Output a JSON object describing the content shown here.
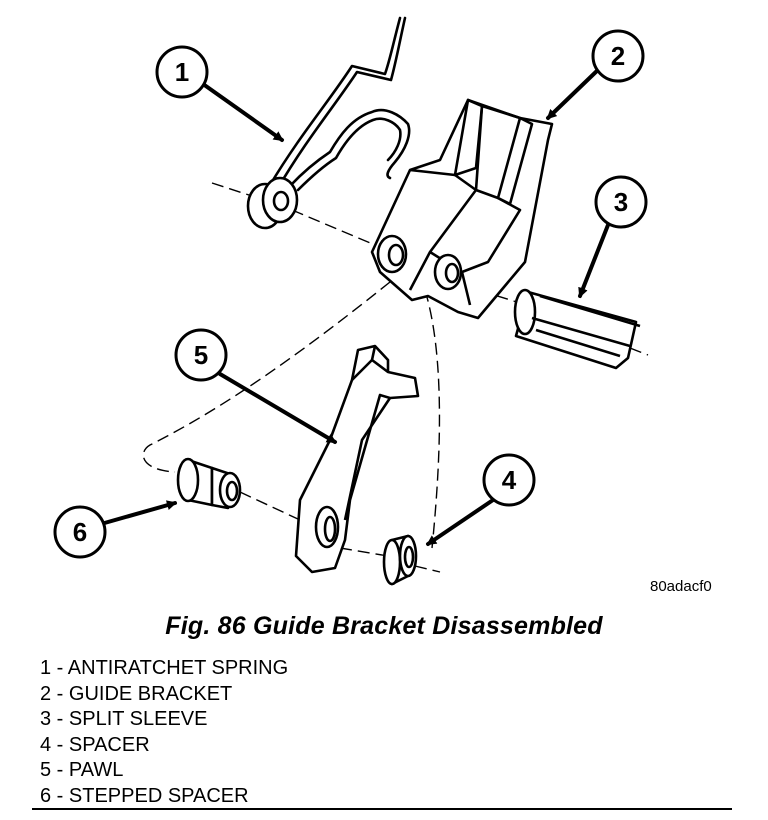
{
  "figure": {
    "code": "80adacf0",
    "caption": "Fig. 86 Guide Bracket Disassembled"
  },
  "callouts": [
    {
      "number": "1",
      "part": "ANTIRATCHET SPRING"
    },
    {
      "number": "2",
      "part": "GUIDE BRACKET"
    },
    {
      "number": "3",
      "part": "SPLIT SLEEVE"
    },
    {
      "number": "4",
      "part": "SPACER"
    },
    {
      "number": "5",
      "part": "PAWL"
    },
    {
      "number": "6",
      "part": "STEPPED SPACER"
    }
  ],
  "legend": [
    "1 - ANTIRATCHET SPRING",
    "2 - GUIDE BRACKET",
    "3 - SPLIT SLEEVE",
    "4 - SPACER",
    "5 - PAWL",
    "6 - STEPPED SPACER"
  ]
}
